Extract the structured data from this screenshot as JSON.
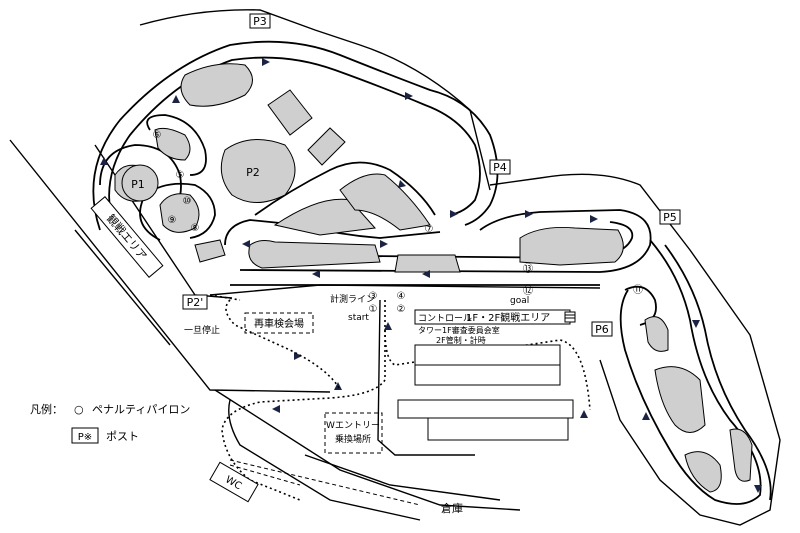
{
  "posts": {
    "p1": "P1",
    "p2": "P2",
    "p2p": "P2'",
    "p3": "P3",
    "p4": "P4",
    "p5": "P5",
    "p6": "P6"
  },
  "pylons": {
    "n1": "①",
    "n2": "②",
    "n3": "③",
    "n4": "④",
    "n5": "⑤",
    "n6": "⑥",
    "n7": "⑦",
    "n8": "⑧",
    "n9": "⑨",
    "n10": "⑩",
    "n11": "⑪",
    "n12": "⑫",
    "n13": "⑬"
  },
  "labels": {
    "viewing_area_left": "観戦エリア",
    "timing_line": "計測ライン",
    "start": "start",
    "goal": "goal",
    "control": "コントロール",
    "viewing_area_1f2f": "1F・2F観戦エリア",
    "tower_1f": "タワー1F審査委員会室",
    "tower_2f": "2F管制・計時",
    "reinspection": "再車検会場",
    "stop": "一旦停止",
    "w_entry_line1": "Wエントリー",
    "w_entry_line2": "乗換場所",
    "wc": "WC",
    "warehouse": "倉庫"
  },
  "legend": {
    "title": "凡例：",
    "pylon_symbol": "○",
    "pylon_text": "ペナルティパイロン",
    "post_symbol": "P※",
    "post_text": "ポスト"
  }
}
